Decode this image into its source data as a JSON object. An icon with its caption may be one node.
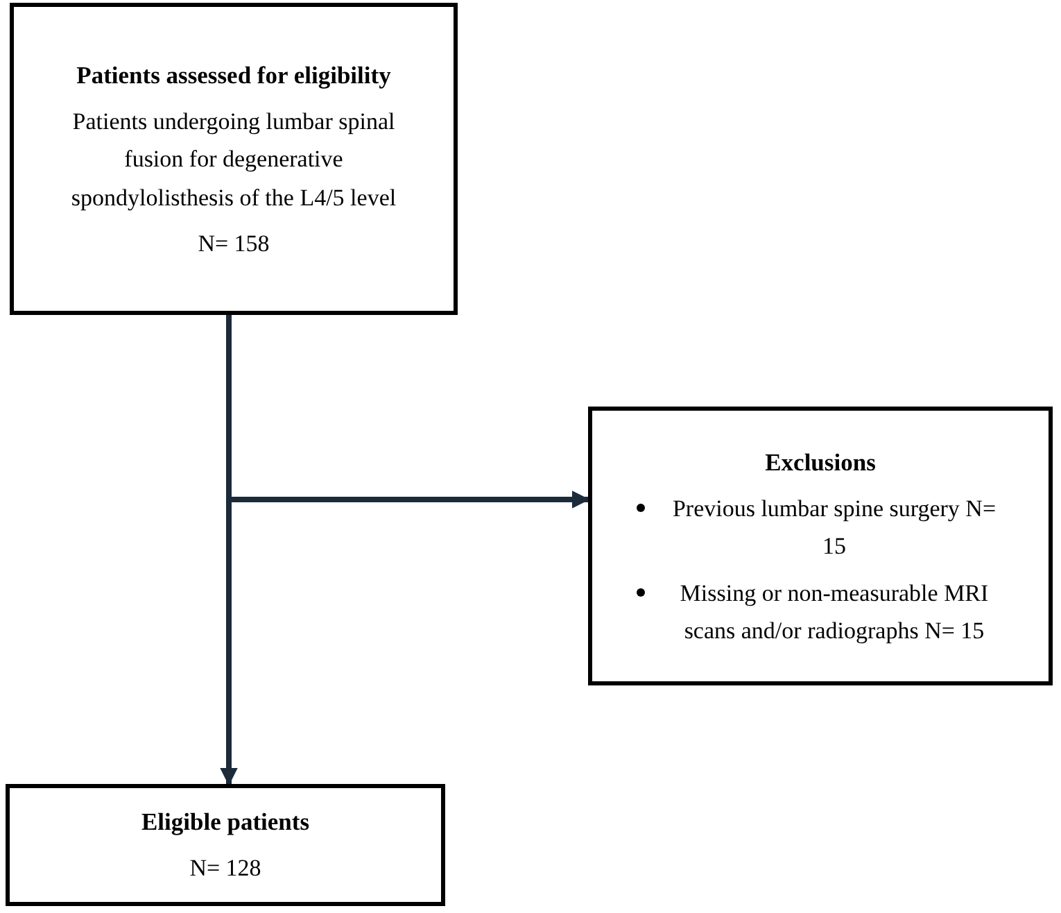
{
  "diagram": {
    "nodes": [
      {
        "text": [
          "Patients assessed for eligibility",
          "Patients undergoing lumbar spinal fusion for degenerative spondylolisthesis of the L4/5 level",
          "N= 158"
        ]
      },
      {
        "text": [
          "Exclusions",
          "Previous lumbar spine surgery N= 15",
          "Missing or non-measurable MRI scans and/or radiographs N= 15"
        ]
      },
      {
        "text": [
          "Eligible patients",
          "N= 128"
        ]
      }
    ],
    "edges": [
      {
        "from": 0,
        "to": 2,
        "arrow": "to"
      },
      {
        "from": 0,
        "to": 1,
        "arrow": "to"
      }
    ]
  }
}
